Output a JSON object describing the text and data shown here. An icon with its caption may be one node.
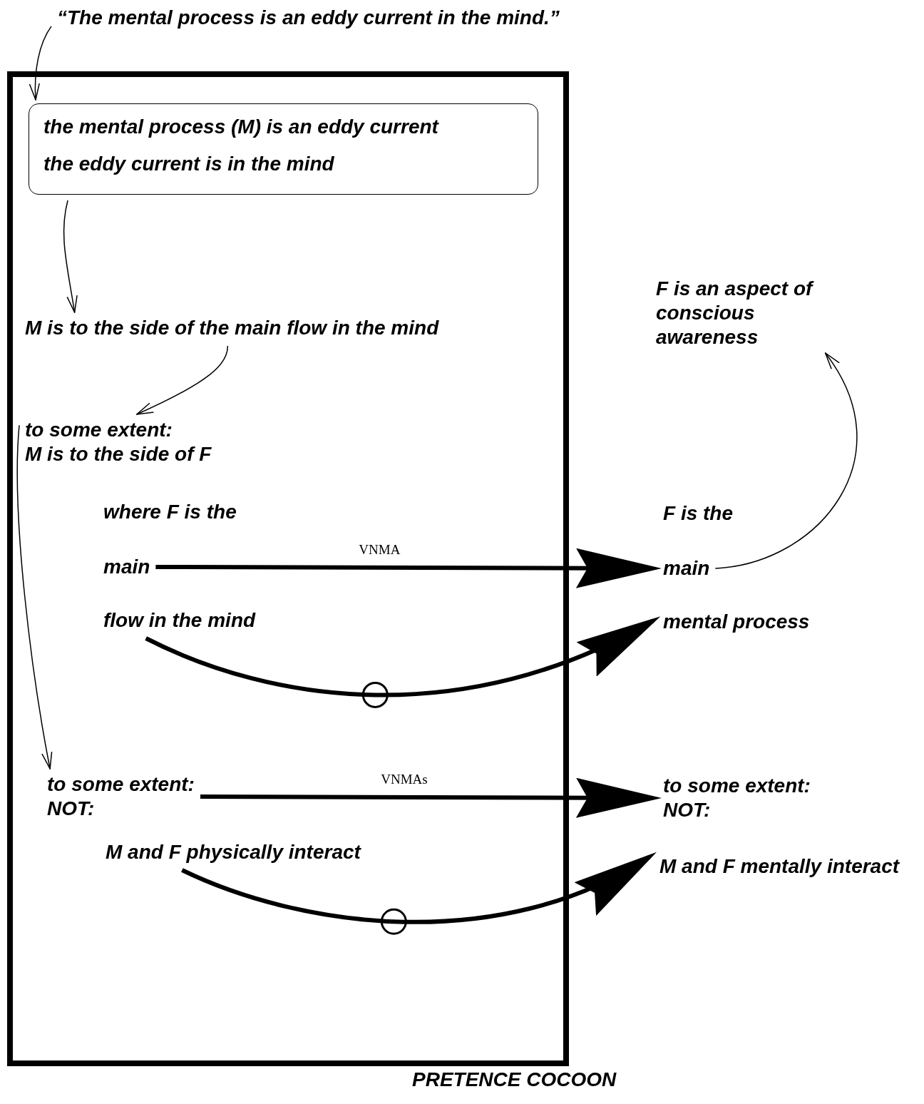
{
  "diagram": {
    "nodes": [
      {
        "text": [
          "“The mental process is an eddy current in the mind.”"
        ]
      },
      {
        "text": [
          "PRETENCE COCOON"
        ]
      },
      {
        "text": [
          "the mental process (M) is an eddy current",
          "the eddy current is in the mind"
        ],
        "in": 1
      },
      {
        "text": [
          "M is to the side of the main flow in the mind"
        ],
        "in": 1
      },
      {
        "text": [
          "to some extent:",
          "M is to the side of F"
        ],
        "in": 1
      },
      {
        "text": [
          "where F is the"
        ],
        "in": 1
      },
      {
        "text": [
          "main"
        ],
        "in": 1
      },
      {
        "text": [
          "flow in the mind"
        ],
        "in": 1
      },
      {
        "text": [
          "to some extent:",
          "NOT:"
        ],
        "in": 1
      },
      {
        "text": [
          "M and F physically interact"
        ],
        "in": 1
      },
      {
        "text": [
          "F is an aspect of conscious awareness"
        ]
      },
      {
        "text": [
          "F is the"
        ]
      },
      {
        "text": [
          "main"
        ]
      },
      {
        "text": [
          "mental process"
        ]
      },
      {
        "text": [
          "to some extent:",
          "NOT:"
        ]
      },
      {
        "text": [
          "M and F mentally interact"
        ]
      }
    ],
    "edges": [
      {
        "from": 0,
        "to": 2,
        "arrow": "to"
      },
      {
        "from": 2,
        "to": 3,
        "arrow": "to"
      },
      {
        "from": 3,
        "to": 4,
        "arrow": "to"
      },
      {
        "from": 4,
        "to": 8,
        "arrow": "to"
      },
      {
        "from": 6,
        "to": 12,
        "arrow": "to",
        "label": "VNMA",
        "style": "thick"
      },
      {
        "from": 7,
        "to": 13,
        "arrow": "to",
        "style": "thick"
      },
      {
        "from": 8,
        "to": 14,
        "arrow": "to",
        "label": "VNMAs",
        "style": "thick"
      },
      {
        "from": 9,
        "to": 15,
        "arrow": "to",
        "style": "thick"
      },
      {
        "from": 12,
        "to": 10,
        "arrow": "to"
      }
    ]
  }
}
